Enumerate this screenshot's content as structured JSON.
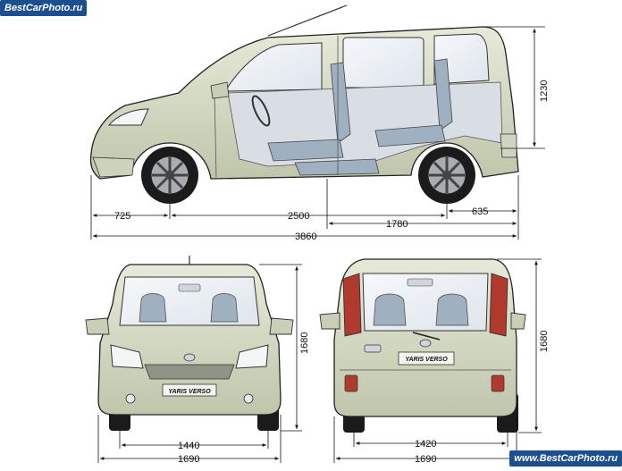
{
  "watermark": {
    "top_left": "BestCarPhoto.ru",
    "bottom_right": "www.BestCarPhoto.ru"
  },
  "dimensions": {
    "front_overhang": "725",
    "wheelbase": "2500",
    "interior_length": "1780",
    "rear_overhang": "635",
    "overall_length": "3860",
    "side_height": "1230",
    "front_height": "1680",
    "front_track": "1440",
    "front_width": "1690",
    "rear_height": "1680",
    "rear_track": "1420",
    "rear_width": "1690"
  },
  "badges": {
    "front_badge": "YARIS VERSO",
    "rear_badge": "YARIS VERSO"
  },
  "colors": {
    "body": "#d8ddc8",
    "body_shade": "#b9c0a6",
    "tire": "#1b1b1b",
    "glass": "#eef2f6",
    "seat": "#9aa7b4",
    "line": "#222222",
    "tail": "#b03a2e"
  }
}
